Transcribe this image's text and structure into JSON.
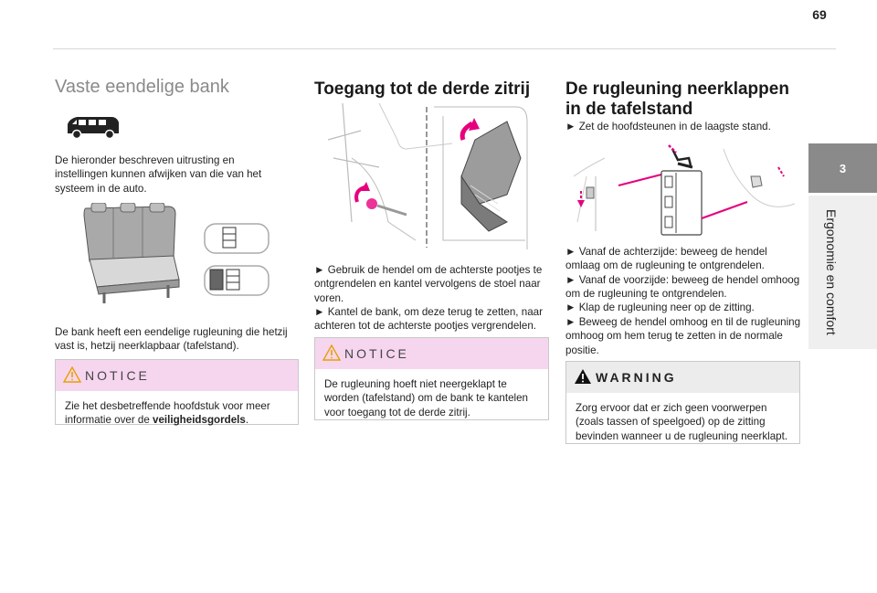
{
  "page_number": "69",
  "chapter": {
    "number": "3",
    "title": "Ergonomie en comfort"
  },
  "col1": {
    "title": "Vaste eendelige bank",
    "intro": "De hieronder beschreven uitrusting en instellingen kunnen afwijken van die van het systeem in de auto.",
    "desc": "De bank heeft een eendelige rugleuning die hetzij vast is, hetzij neerklapbaar (tafelstand).",
    "notice": {
      "label": "NOTICE",
      "text_before": "Zie het desbetreffende hoofdstuk voor meer informatie over de ",
      "text_bold": "veiligheidsgordels",
      "text_after": "."
    }
  },
  "col2": {
    "title": "Toegang tot de derde zitrij",
    "step1": "► Gebruik de hendel om de achterste pootjes te ontgrendelen en kantel vervolgens de stoel naar voren.",
    "step2": "► Kantel de bank, om deze terug te zetten, naar achteren tot de achterste pootjes vergrendelen.",
    "notice": {
      "label": "NOTICE",
      "text": "De rugleuning hoeft niet neergeklapt te worden (tafelstand) om de bank te kantelen voor toegang tot de derde zitrij."
    }
  },
  "col3": {
    "title_line1": "De rugleuning neerklappen",
    "title_line2": "in de tafelstand",
    "step0": "► Zet de hoofdsteunen in de laagste stand.",
    "step1": "► Vanaf de achterzijde: beweeg de hendel omlaag om de rugleuning te ontgrendelen.",
    "step2": "► Vanaf de voorzijde: beweeg de hendel omhoog om de rugleuning te ontgrendelen.",
    "step3": "► Klap de rugleuning neer op de zitting.",
    "step4": "► Beweeg de hendel omhoog en til de rugleuning omhoog om hem terug te zetten in de normale positie.",
    "warning": {
      "label": "WARNING",
      "text": "Zorg ervoor dat er zich geen voorwerpen (zoals tassen of speelgoed) op de zitting bevinden wanneer u de rugleuning neerklapt."
    }
  },
  "colors": {
    "accent": "#e6007e",
    "notice_bg": "#f6d6ef",
    "warning_bg": "#ececec",
    "tab_grey": "#8a8a8a"
  }
}
